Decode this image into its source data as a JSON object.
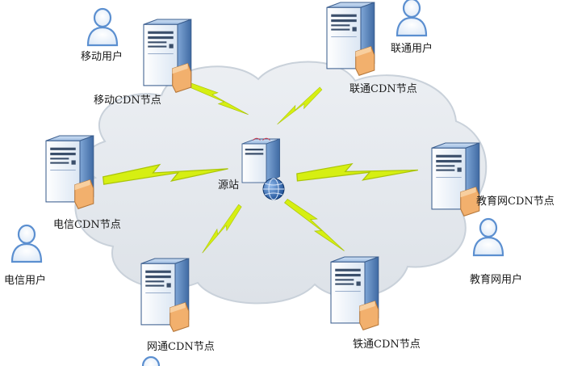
{
  "diagram": {
    "origin": {
      "label": "源站"
    },
    "nodes": [
      {
        "id": "mobile",
        "node_label": "移动CDN节点",
        "user_label": "移动用户"
      },
      {
        "id": "unicom",
        "node_label": "联通CDN节点",
        "user_label": "联通用户"
      },
      {
        "id": "telecom",
        "node_label": "电信CDN节点",
        "user_label": "电信用户"
      },
      {
        "id": "edu",
        "node_label": "教育网CDN节点",
        "user_label": "教育网用户"
      },
      {
        "id": "netcom",
        "node_label": "网通CDN节点",
        "user_label": ""
      },
      {
        "id": "tietong",
        "node_label": "铁通CDN节点",
        "user_label": ""
      }
    ],
    "colors": {
      "cloud_fill": "#e4e8ed",
      "cloud_stroke": "#c9d1da",
      "server_front": "#6e97c9",
      "server_side": "#4d77ad",
      "user_stroke": "#5b8fd0",
      "bolt": "#d6ef12"
    }
  }
}
